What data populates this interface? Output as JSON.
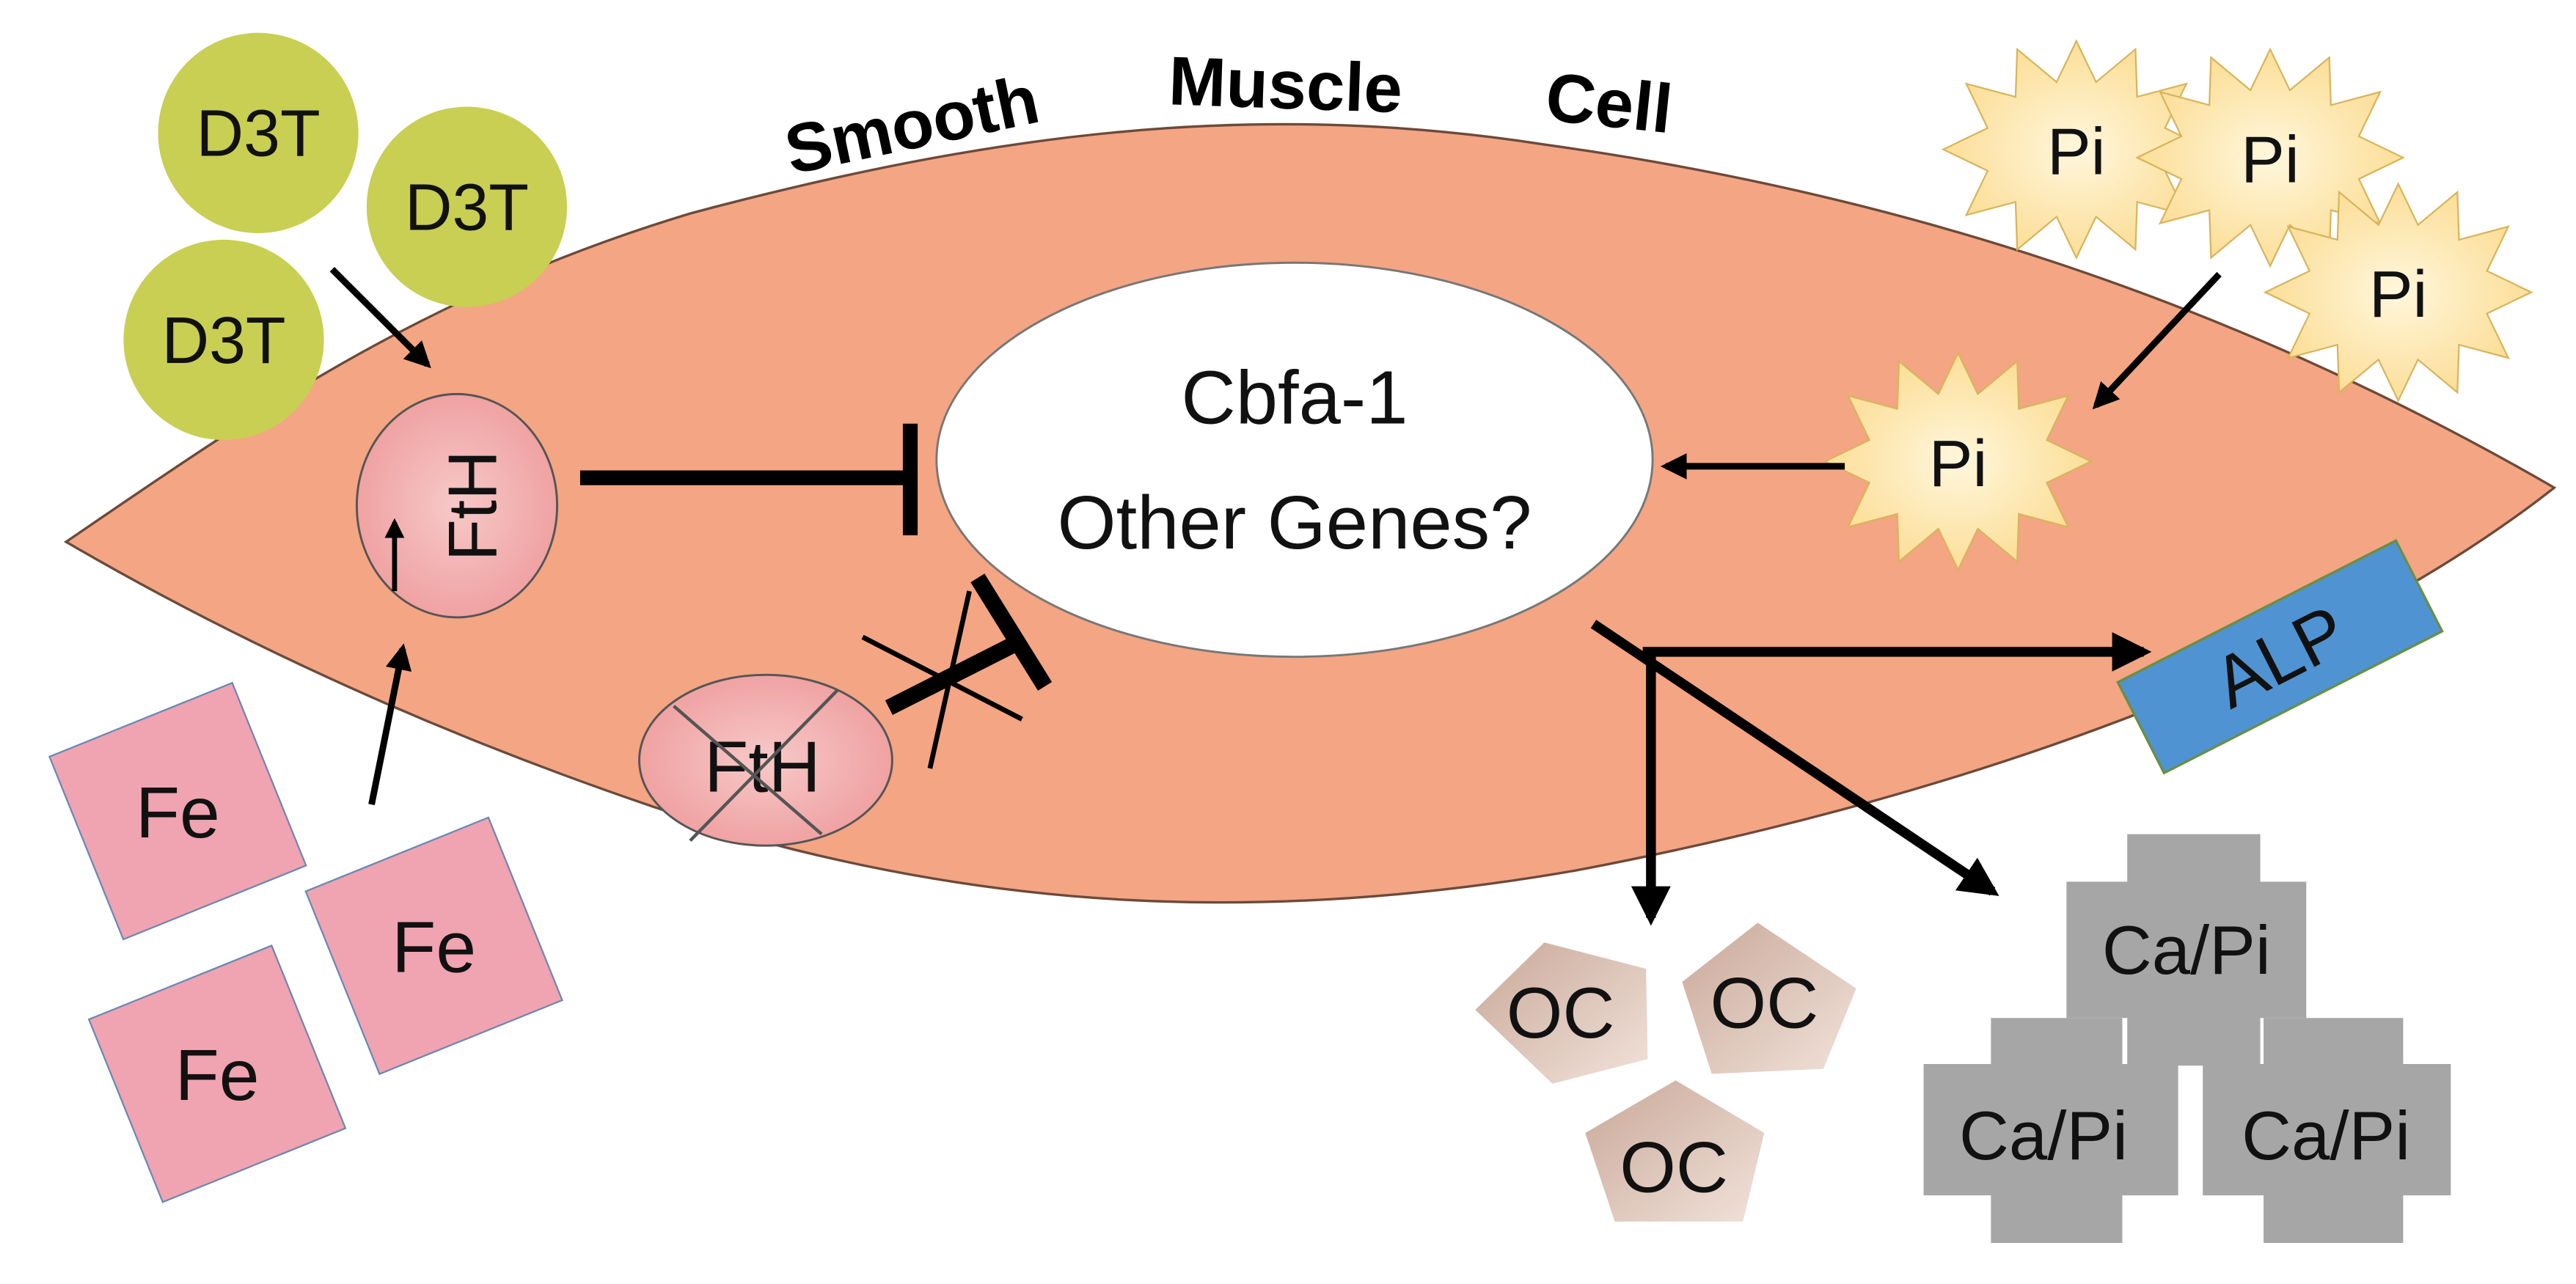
{
  "title": {
    "word1": "Smooth",
    "word2": "Muscle",
    "word3": "Cell"
  },
  "nucleus": {
    "line1": "Cbfa-1",
    "line2": "Other Genes?"
  },
  "d3t_label": "D3T",
  "fth_label": "FtH",
  "fe_label": "Fe",
  "pi_label": "Pi",
  "alp_label": "ALP",
  "oc_label": "OC",
  "capi_label": "Ca/Pi",
  "colors": {
    "cell_fill": "#f4a583",
    "cell_edge": "#6b4a3a",
    "nucleus_fill": "#ffffff",
    "d3t_fill": "#c8cf52",
    "fth_fill": "#f3b3b3",
    "fe_fill": "#f0a3b0",
    "pi_fill": "#fde9a8",
    "alp_fill": "#4f93d3",
    "oc_fill": "#dcc1b3",
    "capi_fill": "#a6a6a6"
  }
}
